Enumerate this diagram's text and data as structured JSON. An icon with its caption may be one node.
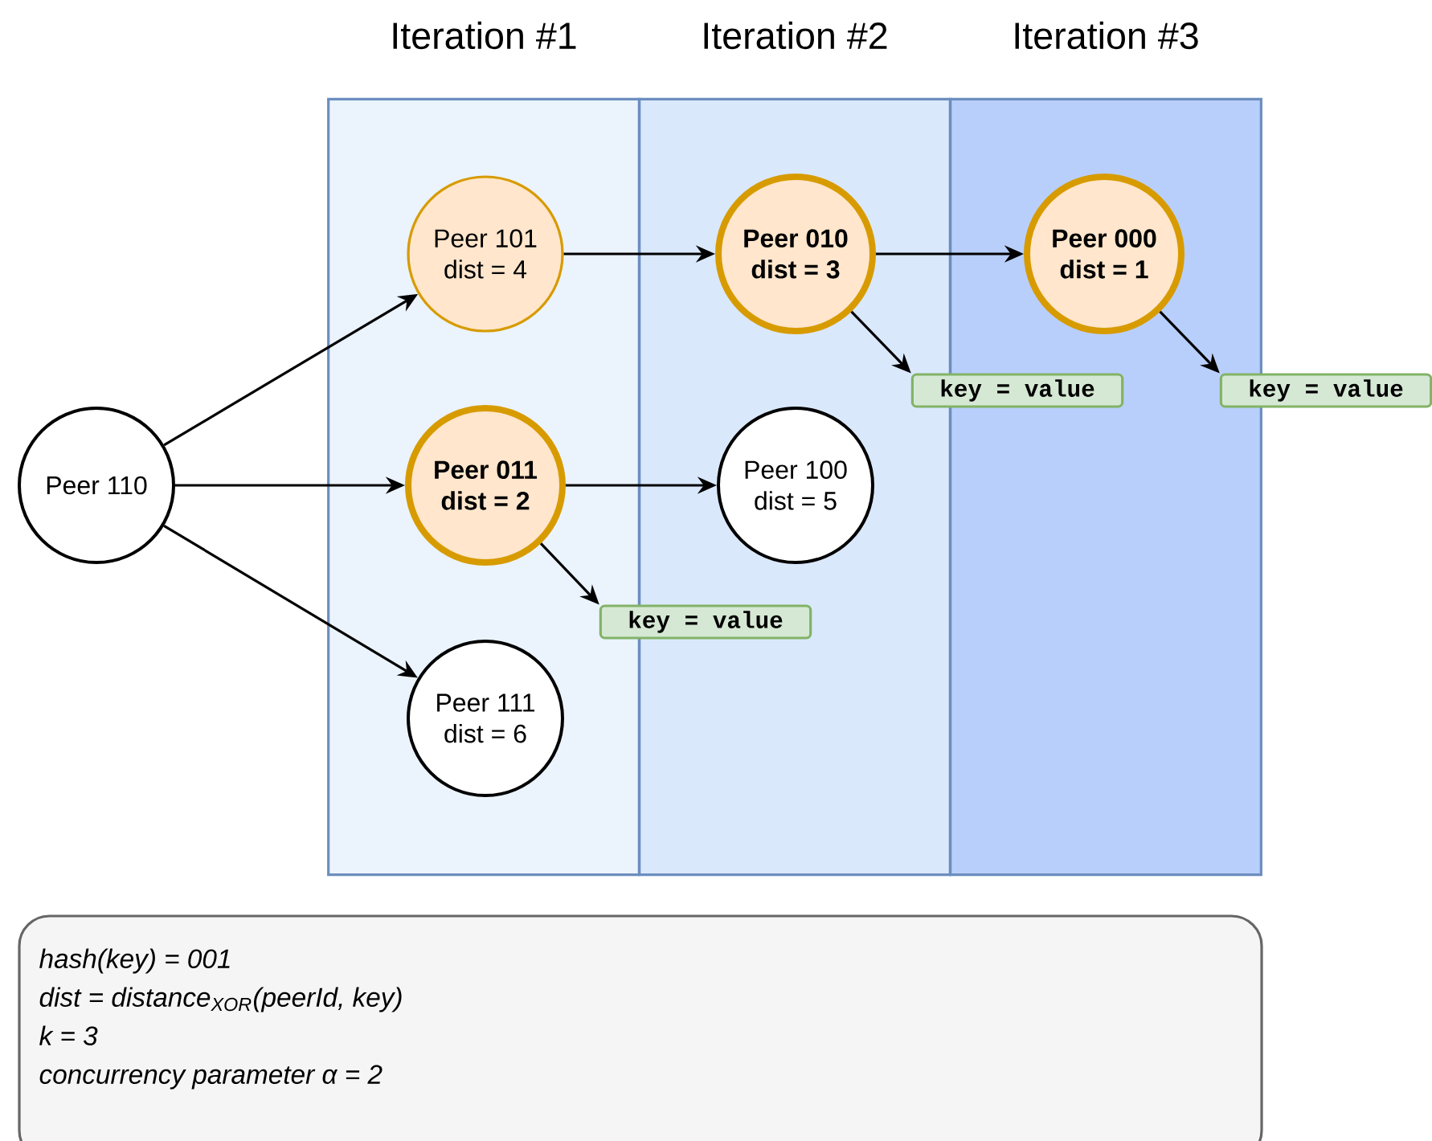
{
  "diagram": {
    "nodes": [
      {
        "text": [
          "Iteration #1"
        ]
      },
      {
        "text": [
          "Iteration #2"
        ]
      },
      {
        "text": [
          "Iteration #3"
        ]
      },
      {
        "text": [
          "Peer 110"
        ]
      },
      {
        "text": [
          "Peer 101",
          "dist = 4"
        ],
        "in": 0
      },
      {
        "text": [
          "Peer 011",
          "dist = 2"
        ],
        "in": 0
      },
      {
        "text": [
          "Peer 111",
          "dist = 6"
        ],
        "in": 0
      },
      {
        "text": [
          "Peer 010",
          "dist = 3"
        ],
        "in": 1
      },
      {
        "text": [
          "Peer 100",
          "dist = 5"
        ],
        "in": 1
      },
      {
        "text": [
          "Peer 000",
          "dist = 1"
        ],
        "in": 2
      },
      {
        "text": [
          "key = value"
        ]
      },
      {
        "text": [
          "key = value"
        ]
      },
      {
        "text": [
          "key = value"
        ]
      },
      {
        "text": [
          "hash(key) = 001",
          "dist = distance$_{XOR}$(peerId, key)",
          "k = 3",
          "concurrency parameter α = 2"
        ]
      }
    ],
    "edges": [
      {
        "from": 3,
        "to": 4,
        "arrow": "to"
      },
      {
        "from": 3,
        "to": 5,
        "arrow": "to"
      },
      {
        "from": 3,
        "to": 6,
        "arrow": "to"
      },
      {
        "from": 4,
        "to": 7,
        "arrow": "to"
      },
      {
        "from": 5,
        "to": 8,
        "arrow": "to"
      },
      {
        "from": 5,
        "to": 10,
        "arrow": "to"
      },
      {
        "from": 7,
        "to": 9,
        "arrow": "to"
      },
      {
        "from": 7,
        "to": 11,
        "arrow": "to"
      },
      {
        "from": 9,
        "to": 12,
        "arrow": "to"
      }
    ]
  }
}
